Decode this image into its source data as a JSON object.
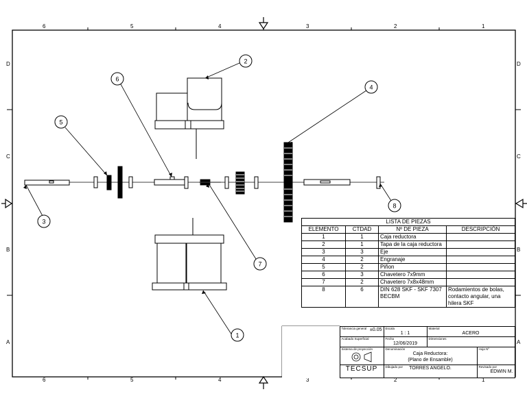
{
  "frame": {
    "top_columns": [
      "6",
      "5",
      "4",
      "3",
      "2",
      "1"
    ],
    "side_rows": [
      "D",
      "C",
      "B",
      "A"
    ]
  },
  "callouts": [
    "1",
    "2",
    "3",
    "4",
    "5",
    "6",
    "7",
    "8"
  ],
  "bom": {
    "title": "LISTA DE PIEZAS",
    "headers": [
      "ELEMENTO",
      "CTDAD",
      "Nº DE PIEZA",
      "DESCRIPCIÓN"
    ],
    "rows": [
      {
        "elemento": "1",
        "ctdad": "1",
        "pieza": "Caja reductora",
        "desc": ""
      },
      {
        "elemento": "2",
        "ctdad": "1",
        "pieza": "Tapa de la caja reductora",
        "desc": ""
      },
      {
        "elemento": "3",
        "ctdad": "3",
        "pieza": "Eje",
        "desc": ""
      },
      {
        "elemento": "4",
        "ctdad": "2",
        "pieza": "Engranaje",
        "desc": ""
      },
      {
        "elemento": "5",
        "ctdad": "2",
        "pieza": "Piñon",
        "desc": ""
      },
      {
        "elemento": "6",
        "ctdad": "3",
        "pieza": "Chavetero 7x9mm",
        "desc": ""
      },
      {
        "elemento": "7",
        "ctdad": "2",
        "pieza": "Chavetero 7x8x48mm",
        "desc": ""
      },
      {
        "elemento": "8",
        "ctdad": "6",
        "pieza": "DIN 628 SKF - SKF 7307 BECBM",
        "desc": "Rodamientos de bolas, contacto angular, una hilera SKF"
      }
    ]
  },
  "title_block": {
    "tolerancia_label": "Tolerancia general",
    "tolerancia_value": "±0.05",
    "escala_label": "Escala",
    "escala_value": "1 : 1",
    "material_label": "Material",
    "material_value": "ACERO",
    "acabado_label": "Acabado Superficial",
    "fecha_label": "Fecha",
    "fecha_value": "12/06/2019",
    "dimensiones_label": "Dimensiones",
    "sistema_label": "Sistema de proyección",
    "denominacion_label": "Denominación",
    "denominacion_value": "Caja Reductora:",
    "denominacion_value2": "(Plano de Ensamble)",
    "hoja_label": "Hoja Nº",
    "logo": "TECSUP",
    "dibujado_label": "Dibujado por",
    "dibujado_value": "TORRES ANGELO.",
    "revisado_label": "Revisado por",
    "revisado_value": "EDWIN M."
  }
}
